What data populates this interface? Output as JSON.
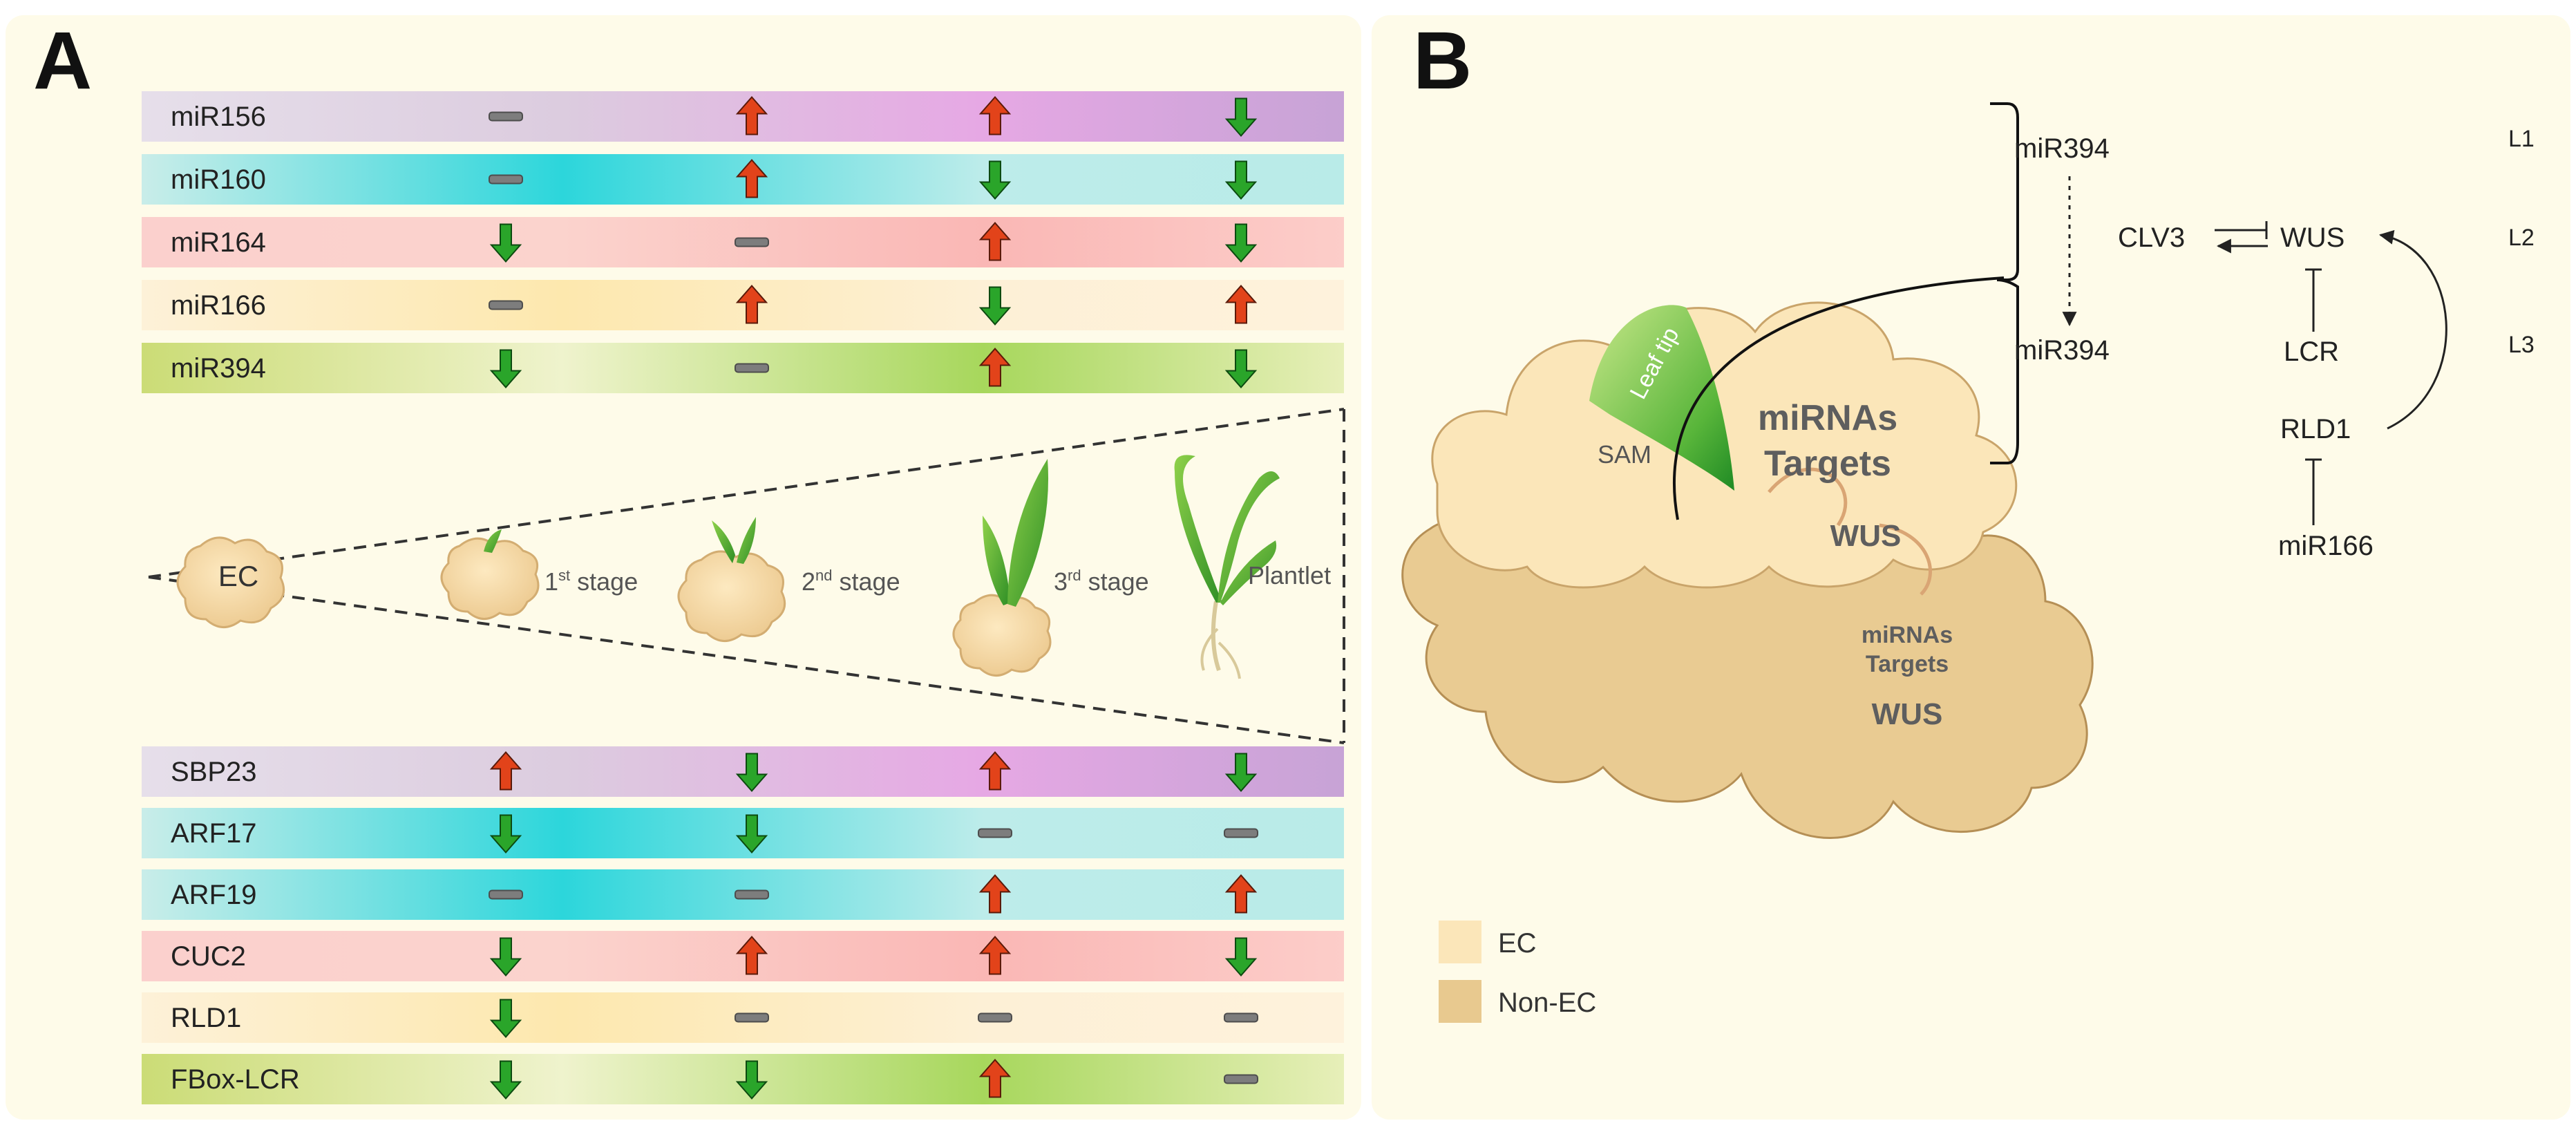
{
  "panel_a": {
    "letter": "A",
    "mirna_rows": [
      {
        "label": "miR156",
        "colors": [
          "#e6dfea",
          "#dcccdf",
          "#e6a8e4",
          "#c7a3d6"
        ],
        "marks": [
          "flat",
          "up",
          "up",
          "down"
        ]
      },
      {
        "label": "miR160",
        "colors": [
          "#c9ede9",
          "#2cd6db",
          "#bdecea",
          "#b9ebe8"
        ],
        "marks": [
          "flat",
          "up",
          "down",
          "down"
        ]
      },
      {
        "label": "miR164",
        "colors": [
          "#fbd0cd",
          "#fbd3cd",
          "#fab7b5",
          "#fccdc9"
        ],
        "marks": [
          "down",
          "flat",
          "up",
          "down"
        ]
      },
      {
        "label": "miR166",
        "colors": [
          "#fdf1d8",
          "#fde8ae",
          "#fdf0d6",
          "#fef2dc"
        ],
        "marks": [
          "flat",
          "up",
          "down",
          "up"
        ]
      },
      {
        "label": "miR394",
        "colors": [
          "#cbdc76",
          "#eff3cd",
          "#a7d75c",
          "#e7efb9"
        ],
        "marks": [
          "down",
          "flat",
          "up",
          "down"
        ]
      }
    ],
    "target_rows": [
      {
        "label": "SBP23",
        "colors": [
          "#e6dfea",
          "#dcccdf",
          "#e6a8e4",
          "#c7a3d6"
        ],
        "marks": [
          "up",
          "down",
          "up",
          "down"
        ]
      },
      {
        "label": "ARF17",
        "colors": [
          "#c9ede9",
          "#2cd6db",
          "#bdecea",
          "#b9ebe8"
        ],
        "marks": [
          "down",
          "down",
          "flat",
          "flat"
        ]
      },
      {
        "label": "ARF19",
        "colors": [
          "#c9ede9",
          "#2cd6db",
          "#bdecea",
          "#b9ebe8"
        ],
        "marks": [
          "flat",
          "flat",
          "up",
          "up"
        ]
      },
      {
        "label": "CUC2",
        "colors": [
          "#fbd0cd",
          "#fbd3cd",
          "#fab7b5",
          "#fccdc9"
        ],
        "marks": [
          "down",
          "up",
          "up",
          "down"
        ]
      },
      {
        "label": "RLD1",
        "colors": [
          "#fdf1d8",
          "#fde8ae",
          "#fdf0d6",
          "#fef2dc"
        ],
        "marks": [
          "down",
          "flat",
          "flat",
          "flat"
        ]
      },
      {
        "label": "FBox-LCR",
        "colors": [
          "#cbdc76",
          "#eff3cd",
          "#a7d75c",
          "#e7efb9"
        ],
        "marks": [
          "down",
          "down",
          "up",
          "flat"
        ]
      }
    ],
    "stage_labels": {
      "ec": "EC",
      "stage1_num": "1",
      "stage1_sup": "st",
      "stage1_word": " stage",
      "stage2_num": "2",
      "stage2_sup": "nd",
      "stage2_word": " stage",
      "stage3_num": "3",
      "stage3_sup": "rd",
      "stage3_word": " stage",
      "plantlet": "Plantlet"
    }
  },
  "panel_b": {
    "letter": "B",
    "illustration": {
      "leaf_tip": "Leaf tip",
      "sam": "SAM",
      "upper_lines": [
        "miRNAs",
        "Targets",
        "WUS"
      ],
      "lower_lines": [
        "miRNAs",
        "Targets",
        "WUS"
      ]
    },
    "network": {
      "mir394_top": "miR394",
      "mir394_bottom": "miR394",
      "clv3": "CLV3",
      "wus": "WUS",
      "lcr": "LCR",
      "rld1": "RLD1",
      "mir166": "miR166",
      "layers": [
        "L1",
        "L2",
        "L3"
      ]
    },
    "legend": [
      {
        "label": "EC",
        "color": "#fbe6b9"
      },
      {
        "label": "Non-EC",
        "color": "#e8c98f"
      }
    ]
  },
  "colors": {
    "up_arrow": "#e2431a",
    "down_arrow": "#2aa52a",
    "flat_bar": "#7d7d7d",
    "panel_bg": "#fefbe9"
  }
}
